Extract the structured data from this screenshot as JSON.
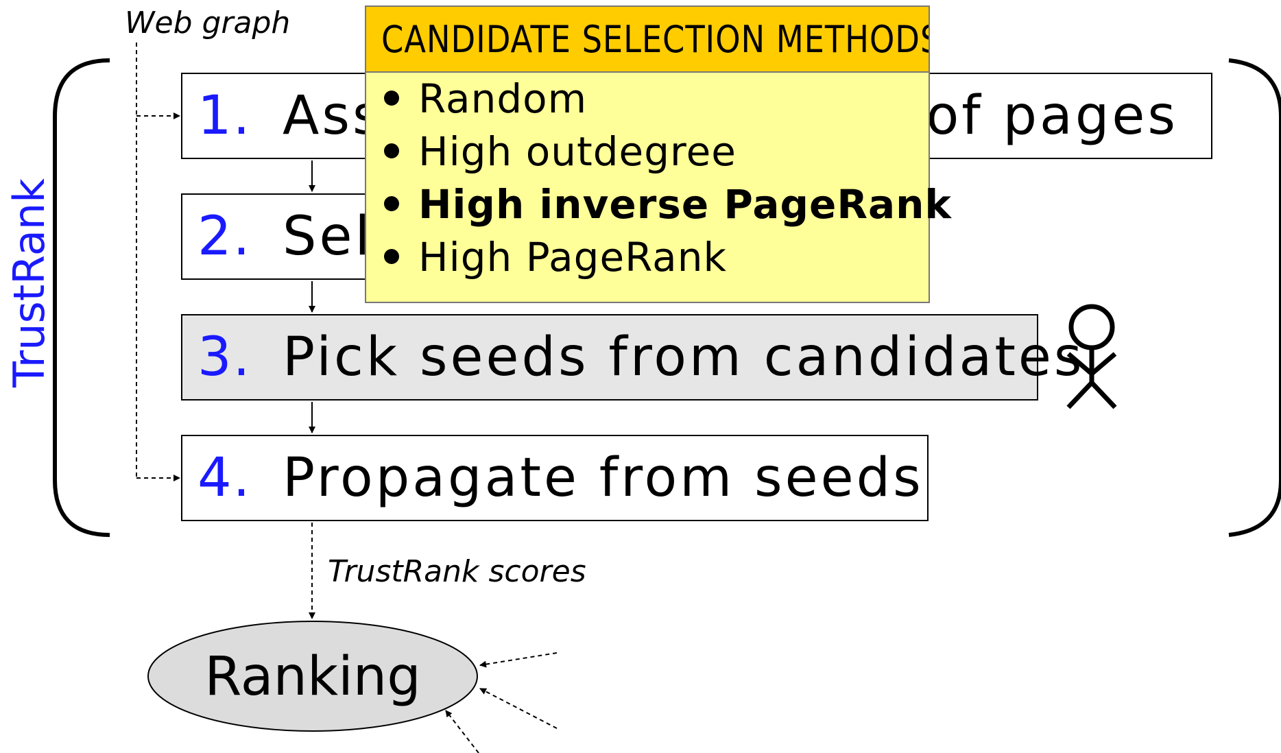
{
  "input_label": "Web graph",
  "side_label": "TrustRank",
  "steps": [
    {
      "num": "1.",
      "text": "Ass",
      "tail": "of pages",
      "shaded": false
    },
    {
      "num": "2.",
      "text": "Sel",
      "tail": "",
      "shaded": false
    },
    {
      "num": "3.",
      "text": "Pick seeds from candidates",
      "tail": "",
      "shaded": true
    },
    {
      "num": "4.",
      "text": "Propagate from seeds",
      "tail": "",
      "shaded": false
    }
  ],
  "popup": {
    "title": "CANDIDATE SELECTION METHODS",
    "items": [
      {
        "label": "Random",
        "bold": false
      },
      {
        "label": "High outdegree",
        "bold": false
      },
      {
        "label": "High inverse PageRank",
        "bold": true
      },
      {
        "label": "High PageRank",
        "bold": false
      }
    ]
  },
  "output_label": "TrustRank scores",
  "result_node": "Ranking",
  "colors": {
    "step_number": "#1a1aff",
    "side_label": "#1a1aff",
    "popup_header": "#ffcc00",
    "popup_body": "#ffff99",
    "shaded_step": "#e6e6e6",
    "ranking_fill": "#dcdcdc"
  },
  "icons": {
    "person": "stick-figure-icon"
  }
}
